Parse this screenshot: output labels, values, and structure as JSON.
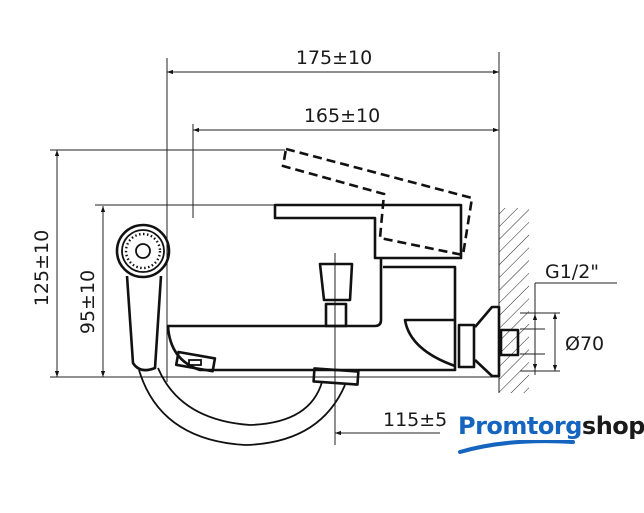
{
  "drawing": {
    "dimensions": {
      "overall_length": "175±10",
      "body_length": "165±10",
      "overall_height": "125±10",
      "handle_height": "95±10",
      "spout_length": "115±5",
      "thread": "G1/2\"",
      "escutcheon_diameter": "Ø70"
    }
  },
  "watermark": {
    "brand_part1": "Promtorg",
    "brand_part2": "shop",
    "brand_color": "#1565c0",
    "text_color": "#1a1a1a"
  }
}
